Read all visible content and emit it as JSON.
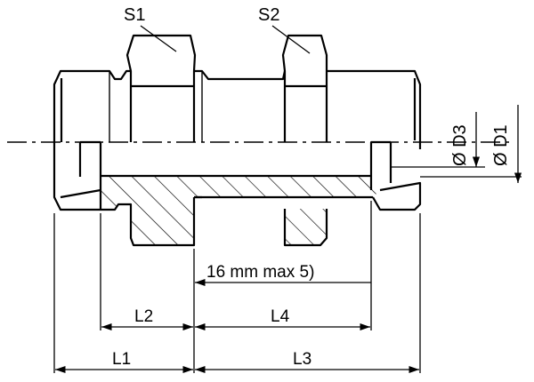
{
  "labels": {
    "s1": "S1",
    "s2": "S2",
    "d3": "Ø D3",
    "d1": "Ø D1",
    "note": "16 mm max 5)",
    "l1": "L1",
    "l2": "L2",
    "l3": "L3",
    "l4": "L4"
  }
}
